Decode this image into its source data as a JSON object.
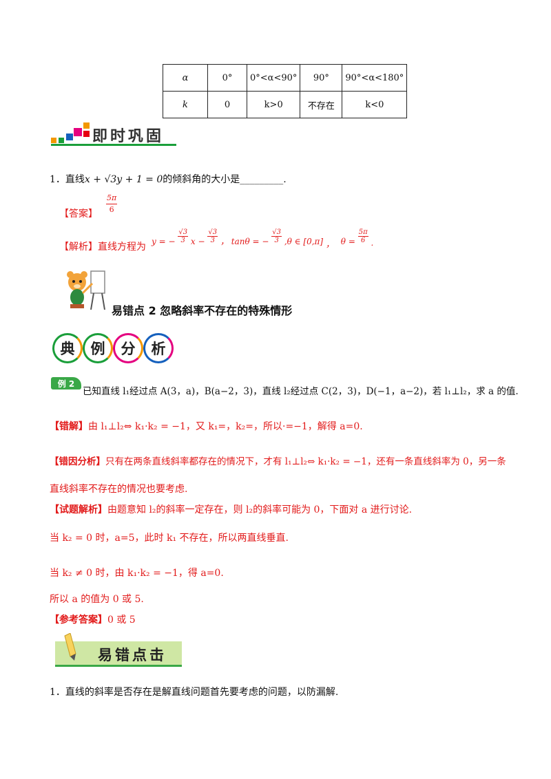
{
  "table": {
    "row1": [
      "α",
      "0°",
      "0°<α<90°",
      "90°",
      "90°<α<180°"
    ],
    "row2": [
      "k",
      "0",
      "k>0",
      "不存在",
      "k<0"
    ]
  },
  "banner1": "即时巩固",
  "q1": {
    "num": "1．",
    "prefix": "直线",
    "eq": "x + √3y + 1 = 0",
    "suffix": "的倾斜角的大小是",
    "blank": "_________."
  },
  "ans1": {
    "label": "【答案】",
    "num": "5π",
    "den": "6"
  },
  "analysis1": {
    "label": "【解析】",
    "text": "直线方程为",
    "eq1": "y = −",
    "sqrt3": "√3",
    "three": "3",
    "x": "x −",
    "comma": "，",
    "tan": "tanθ = −",
    "range": ",θ ∈ [0,π]",
    "comma2": "，",
    "theta": "θ =",
    "num5pi": "5π",
    "six": "6",
    "dot": "."
  },
  "section2": {
    "title": "易错点 2  忽略斜率不存在的特殊情形"
  },
  "banner2": [
    "典",
    "例",
    "分",
    "析"
  ],
  "example": {
    "badge": "例 2",
    "text": "已知直线 l₁经过点 A(3，a)，B(a−2，3)，直线 l₂经过点 C(2，3)，D(−1，a−2)，若 l₁⊥l₂，求 a 的值."
  },
  "wrong": {
    "label": "【错解】",
    "text": "由 l₁⊥l₂⇔ k₁·k₂ = −1，又 k₁=，k₂=，所以·=−1，解得 a=0."
  },
  "cause": {
    "label": "【错因分析】",
    "text": "只有在两条直线斜率都存在的情况下，才有 l₁⊥l₂⇔ k₁·k₂ = −1，还有一条直线斜率为 0，另一条",
    "text2": "直线斜率不存在的情况也要考虑."
  },
  "solution": {
    "label": "【试题解析】",
    "text": "由题意知 l₂的斜率一定存在，则 l₂的斜率可能为 0，下面对 a 进行讨论.",
    "case1": "当 k₂ = 0 时，a=5，此时 k₁ 不存在，所以两直线垂直.",
    "case2": "当 k₂ ≠ 0 时，由 k₁·k₂ = −1，得 a=0.",
    "conclusion": "所以 a 的值为 0 或 5."
  },
  "reference": {
    "label": "【参考答案】",
    "text": "0 或 5"
  },
  "banner3": "易错点击",
  "tip": "1．直线的斜率是否存在是解直线问题首先要考虑的问题，以防漏解."
}
